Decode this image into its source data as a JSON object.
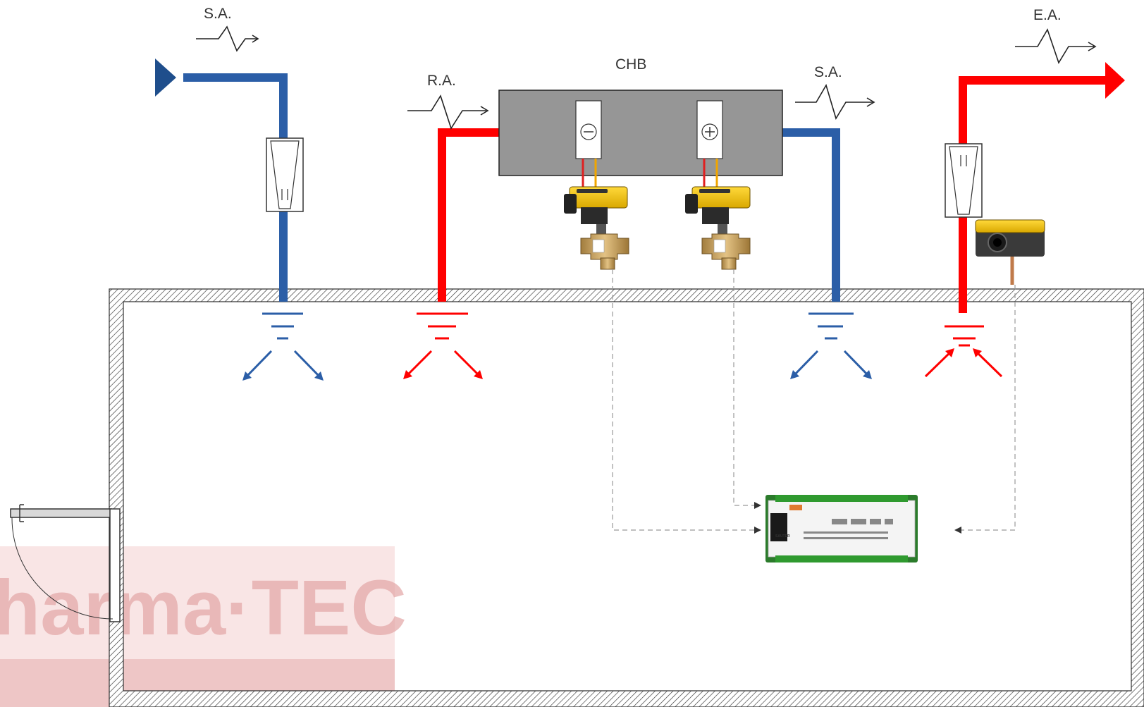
{
  "colors": {
    "supply": "#2b5ea7",
    "return": "#ff0000",
    "supply_inlet": "#1f4e8c",
    "coil_box": "#969696",
    "actuator": "#f3c300",
    "valve_body": "#c8a25a",
    "dashed_line": "#999999"
  },
  "labels": {
    "supply_air_left": "S.A.",
    "return_air": "R.A.",
    "coil_box": "CHB",
    "supply_air_right": "S.A.",
    "exhaust_air": "E.A."
  },
  "symbols": {
    "cooling_coil": "⊖",
    "heating_coil": "⊕"
  },
  "controller": {
    "brand": "SAUTER"
  },
  "watermark": {
    "line1": "harma·TEC",
    "line2": "…"
  }
}
